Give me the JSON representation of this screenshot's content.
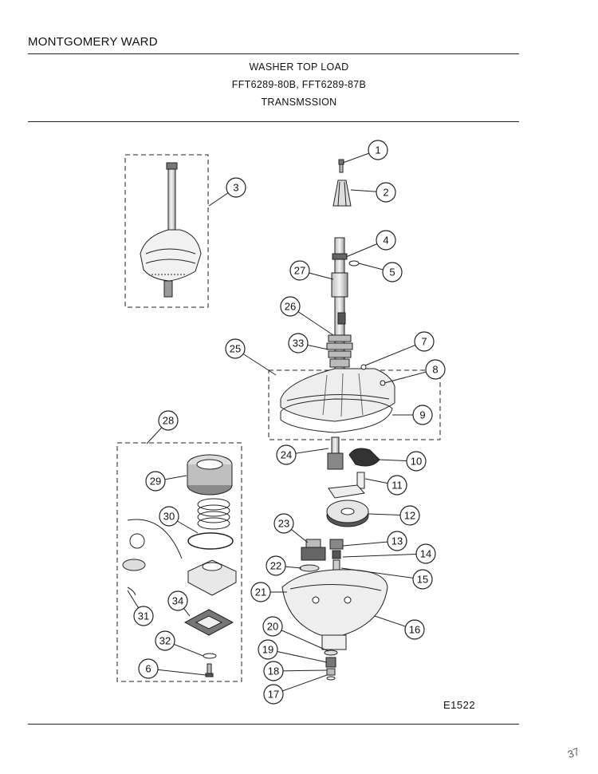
{
  "header": {
    "brand": "MONTGOMERY WARD",
    "title_line1": "WASHER TOP LOAD",
    "title_line2": "FFT6289-80B,  FFT6289-87B",
    "title_line3": "TRANSMSSION"
  },
  "diagram_code": "E1522",
  "margin_note": "37",
  "callouts": [
    "1",
    "2",
    "3",
    "4",
    "5",
    "6",
    "7",
    "8",
    "9",
    "10",
    "11",
    "12",
    "13",
    "14",
    "15",
    "16",
    "17",
    "18",
    "19",
    "20",
    "21",
    "22",
    "23",
    "24",
    "25",
    "26",
    "27",
    "28",
    "29",
    "30",
    "31",
    "32",
    "33",
    "34"
  ],
  "colors": {
    "ink": "#111111",
    "paper": "#ffffff",
    "part_fill": "#f2f2f2",
    "part_shade": "#8a8a8a"
  }
}
